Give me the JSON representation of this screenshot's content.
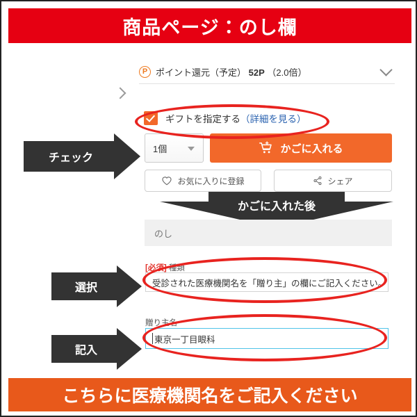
{
  "header": {
    "title": "商品ページ：のし欄",
    "bg_color": "#e60012",
    "text_color": "#ffffff"
  },
  "footer": {
    "title": "こちらに医療機関名をご記入ください",
    "bg_color": "#e8591b",
    "text_color": "#ffffff"
  },
  "product_panel": {
    "point_row": {
      "icon": "point-p-icon",
      "label": "ポイント還元（予定）",
      "value": "52P",
      "multiplier": "（2.0倍）",
      "expand_icon": "chevron-down-icon"
    },
    "expand_marker_icon": "chevron-right-icon",
    "gift": {
      "checked": true,
      "label": "ギフトを指定する",
      "detail_link": "（詳細を見る）",
      "checkbox_color": "#f2682a",
      "link_color": "#2b63b0"
    },
    "quantity": {
      "value": "1個",
      "caret_icon": "caret-down-icon"
    },
    "cart_button": {
      "label": "かごに入れる",
      "icon": "shopping-cart-icon",
      "bg_color": "#f2682a"
    },
    "secondary_buttons": [
      {
        "label": "お気に入りに登録",
        "icon": "heart-icon"
      },
      {
        "label": "シェア",
        "icon": "share-icon"
      }
    ]
  },
  "noshi_panel": {
    "section_title": "のし",
    "type_field": {
      "required_mark": "[必須]",
      "label": "種類",
      "selected_value": "受診された医療機関名を「贈り主」の欄にご記入ください。"
    },
    "sender_field": {
      "label": "贈り主名",
      "value": "東京一丁目眼科",
      "focused": true,
      "focus_color": "#4fc3e8"
    }
  },
  "callouts": {
    "check": "チェック",
    "after_cart": "かごに入れた後",
    "select": "選択",
    "write": "記入",
    "arrow_color": "#333333",
    "highlight_color": "#e8231f"
  }
}
